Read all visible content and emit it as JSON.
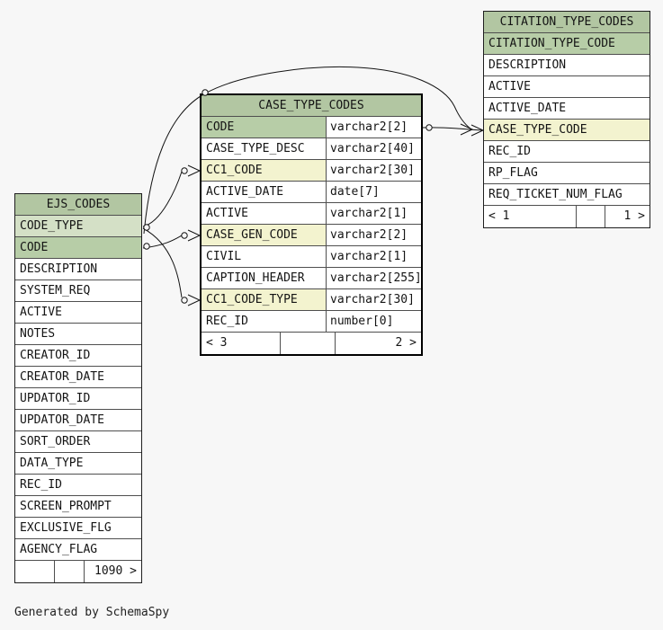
{
  "page": {
    "caption": "Generated by SchemaSpy"
  },
  "colors": {
    "bg": "#f7f7f7",
    "header_bg": "#b2c6a2",
    "pk_bg": "#b7cda7",
    "pk_light_bg": "#d4e0c6",
    "fk_bg": "#f3f3cf",
    "row_bg": "#ffffff",
    "text": "#141414",
    "line": "#141414"
  },
  "tables": [
    {
      "id": "ejs-codes",
      "title": "EJS_CODES",
      "has_types": false,
      "emphasized": false,
      "columns": [
        {
          "name": "CODE_TYPE",
          "style": "pk-light"
        },
        {
          "name": "CODE",
          "style": "pk"
        },
        {
          "name": "DESCRIPTION"
        },
        {
          "name": "SYSTEM_REQ"
        },
        {
          "name": "ACTIVE"
        },
        {
          "name": "NOTES"
        },
        {
          "name": "CREATOR_ID"
        },
        {
          "name": "CREATOR_DATE"
        },
        {
          "name": "UPDATOR_ID"
        },
        {
          "name": "UPDATOR_DATE"
        },
        {
          "name": "SORT_ORDER"
        },
        {
          "name": "DATA_TYPE"
        },
        {
          "name": "REC_ID"
        },
        {
          "name": "SCREEN_PROMPT"
        },
        {
          "name": "EXCLUSIVE_FLG"
        },
        {
          "name": "AGENCY_FLAG"
        }
      ],
      "footer": [
        "",
        "",
        "1090 >"
      ]
    },
    {
      "id": "case-type-codes",
      "title": "CASE_TYPE_CODES",
      "has_types": true,
      "emphasized": true,
      "columns": [
        {
          "name": "CODE",
          "type": "varchar2[2]",
          "style": "pk"
        },
        {
          "name": "CASE_TYPE_DESC",
          "type": "varchar2[40]"
        },
        {
          "name": "CC1_CODE",
          "type": "varchar2[30]",
          "style": "fk"
        },
        {
          "name": "ACTIVE_DATE",
          "type": "date[7]"
        },
        {
          "name": "ACTIVE",
          "type": "varchar2[1]"
        },
        {
          "name": "CASE_GEN_CODE",
          "type": "varchar2[2]",
          "style": "fk"
        },
        {
          "name": "CIVIL",
          "type": "varchar2[1]"
        },
        {
          "name": "CAPTION_HEADER",
          "type": "varchar2[255]"
        },
        {
          "name": "CC1_CODE_TYPE",
          "type": "varchar2[30]",
          "style": "fk"
        },
        {
          "name": "REC_ID",
          "type": "number[0]"
        }
      ],
      "footer": [
        "< 3",
        "",
        "2 >"
      ]
    },
    {
      "id": "citation-type-codes",
      "title": "CITATION_TYPE_CODES",
      "has_types": false,
      "emphasized": false,
      "columns": [
        {
          "name": "CITATION_TYPE_CODE",
          "style": "pk"
        },
        {
          "name": "DESCRIPTION"
        },
        {
          "name": "ACTIVE"
        },
        {
          "name": "ACTIVE_DATE"
        },
        {
          "name": "CASE_TYPE_CODE",
          "style": "fk"
        },
        {
          "name": "REC_ID"
        },
        {
          "name": "RP_FLAG"
        },
        {
          "name": "REQ_TICKET_NUM_FLAG"
        }
      ],
      "footer": [
        "< 1",
        "",
        "1 >"
      ]
    }
  ]
}
